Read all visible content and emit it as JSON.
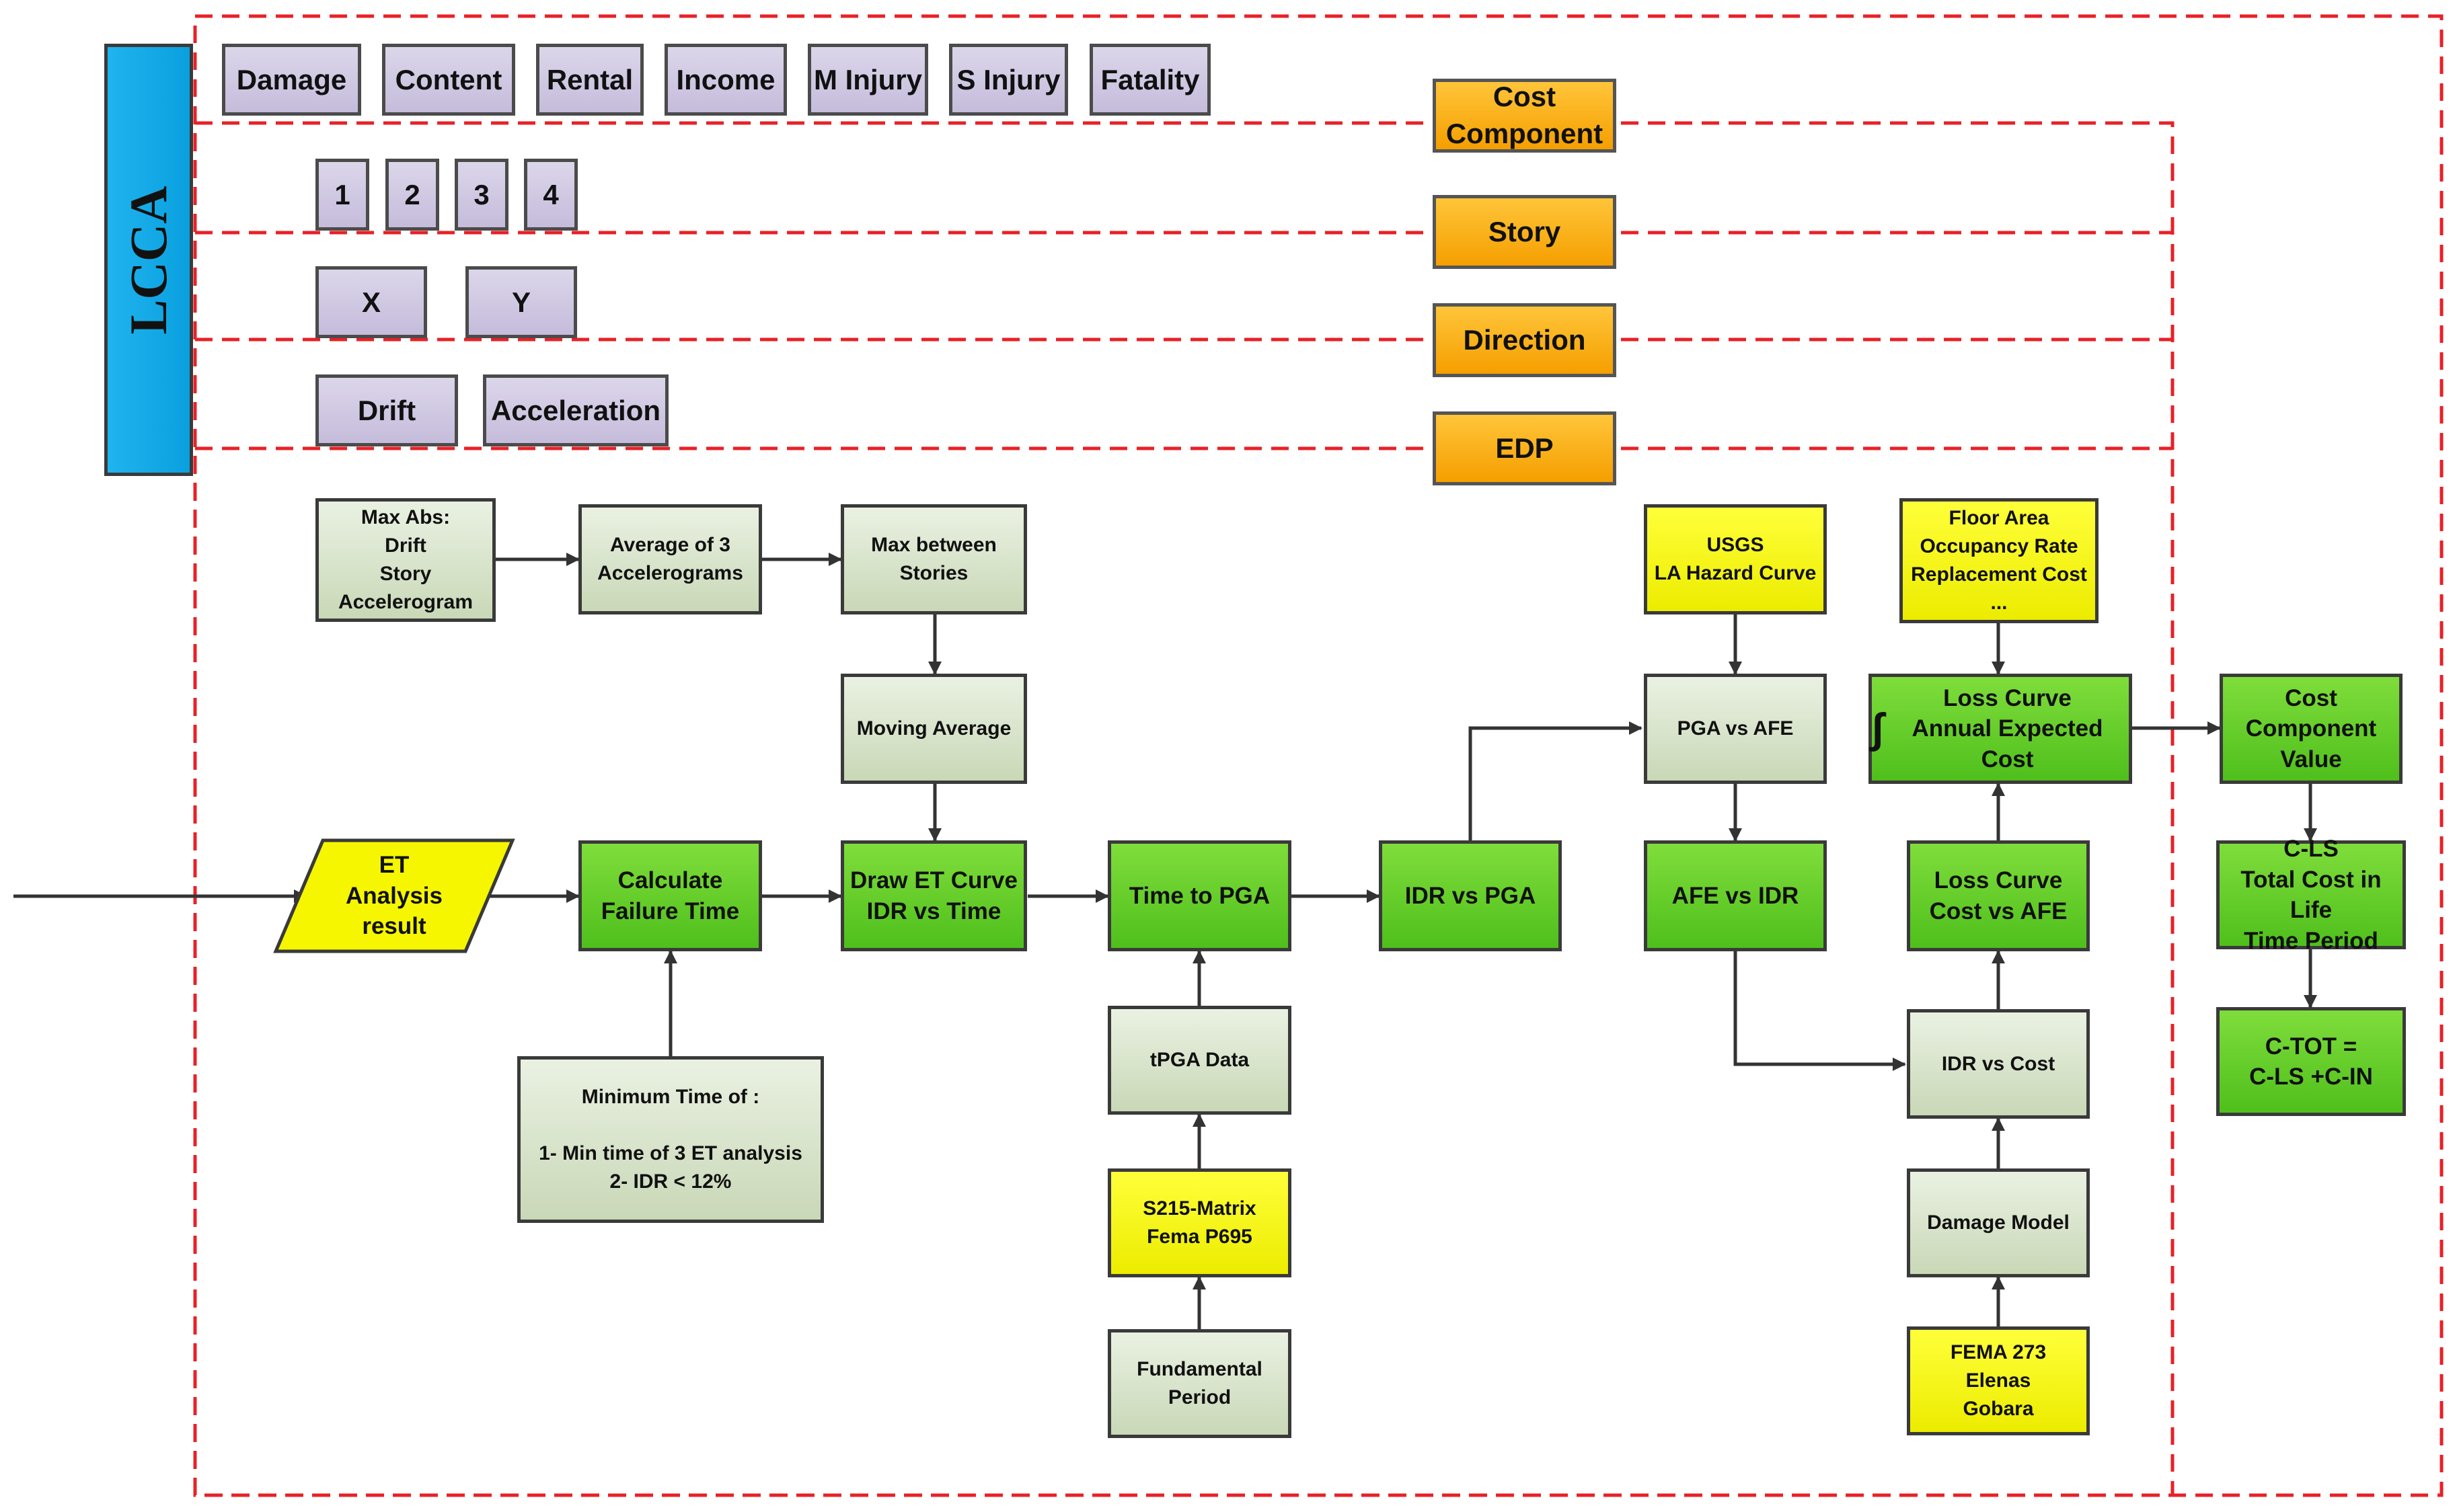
{
  "colors": {
    "dashed_border": "#e82127",
    "lcca": "#11a9e8",
    "cost_type": "#cfc6e2",
    "category": "#f8ad10",
    "process": "#5fcc27",
    "step": "#d8e4c8",
    "input": "#f6f600"
  },
  "sidebar": {
    "title": "LCCA"
  },
  "cost_types": [
    "Damage",
    "Content",
    "Rental",
    "Income",
    "M Injury",
    "S Injury",
    "Fatality"
  ],
  "stories": [
    "1",
    "2",
    "3",
    "4"
  ],
  "directions": [
    "X",
    "Y"
  ],
  "edps": [
    "Drift",
    "Acceleration"
  ],
  "categories": {
    "cost_component": "Cost\nComponent",
    "story": "Story",
    "direction": "Direction",
    "edp": "EDP"
  },
  "flow": {
    "et_result": "ET\nAnalysis\nresult",
    "calc_failure": "Calculate\nFailure Time",
    "min_time": "Minimum Time of :\n\n1- Min time of 3 ET analysis\n2- IDR < 12%",
    "max_abs": "Max Abs:\nDrift\nStory\nAccelerogram",
    "average": "Average of 3\nAccelerograms",
    "max_between": "Max between\nStories",
    "moving_avg": "Moving Average",
    "draw_et": "Draw ET Curve\nIDR vs Time",
    "time_pga": "Time to PGA",
    "tpga": "tPGA Data",
    "s215": "S215-Matrix\nFema P695",
    "fundamental": "Fundamental\nPeriod",
    "idr_pga": "IDR vs PGA",
    "usgs": "USGS\nLA Hazard Curve",
    "pga_afe": "PGA vs AFE",
    "afe_idr": "AFE vs IDR",
    "floor_area": "Floor Area\nOccupancy Rate\nReplacement Cost\n...",
    "integral": "∫",
    "loss_integral": "Loss Curve\nAnnual Expected Cost",
    "loss_curve": "Loss Curve\nCost vs AFE",
    "idr_cost": "IDR vs Cost",
    "damage_model": "Damage Model",
    "fema273": "FEMA 273\nElenas\nGobara",
    "cost_value": "Cost\nComponent\nValue",
    "cls": "C-LS\nTotal Cost in Life\nTime Period",
    "ctot": "C-TOT =\nC-LS +C-IN"
  }
}
